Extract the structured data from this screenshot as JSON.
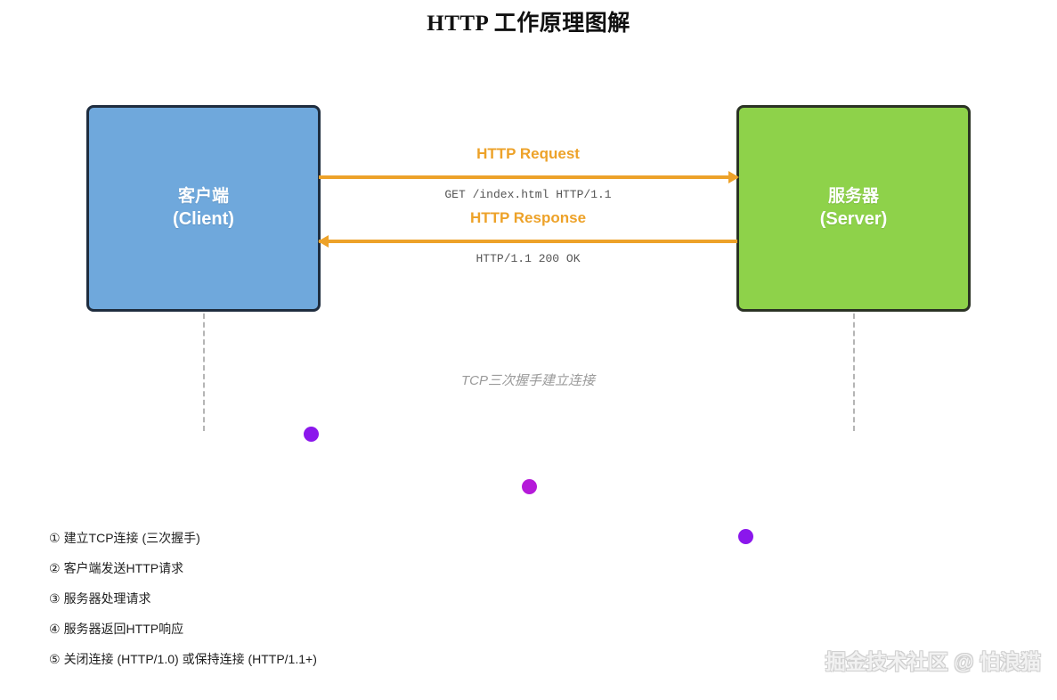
{
  "title": "HTTP 工作原理图解",
  "nodes": {
    "client": {
      "name_cn": "客户端",
      "name_en": "(Client)",
      "fill": "#6fa8dc",
      "border": "#1f2d3f"
    },
    "server": {
      "name_cn": "服务器",
      "name_en": "(Server)",
      "fill": "#8ed24a",
      "border": "#2b3324"
    }
  },
  "messages": {
    "request": {
      "label": "HTTP Request",
      "detail": "GET /index.html HTTP/1.1",
      "direction": "client-to-server",
      "color": "#eda229"
    },
    "response": {
      "label": "HTTP Response",
      "detail": "HTTP/1.1 200 OK",
      "direction": "server-to-client",
      "color": "#eda229"
    }
  },
  "tcp_note": "TCP三次握手建立连接",
  "steps": [
    {
      "marker": "①",
      "text": "建立TCP连接 (三次握手)"
    },
    {
      "marker": "②",
      "text": "客户端发送HTTP请求"
    },
    {
      "marker": "③",
      "text": "服务器处理请求"
    },
    {
      "marker": "④",
      "text": "服务器返回HTTP响应"
    },
    {
      "marker": "⑤",
      "text": "关闭连接 (HTTP/1.0) 或保持连接 (HTTP/1.1+)"
    }
  ],
  "dots": [
    {
      "color": "#8b17ec"
    },
    {
      "color": "#b51ad9"
    },
    {
      "color": "#8b17ec"
    }
  ],
  "watermark": "掘金技术社区 @ 怕浪猫"
}
